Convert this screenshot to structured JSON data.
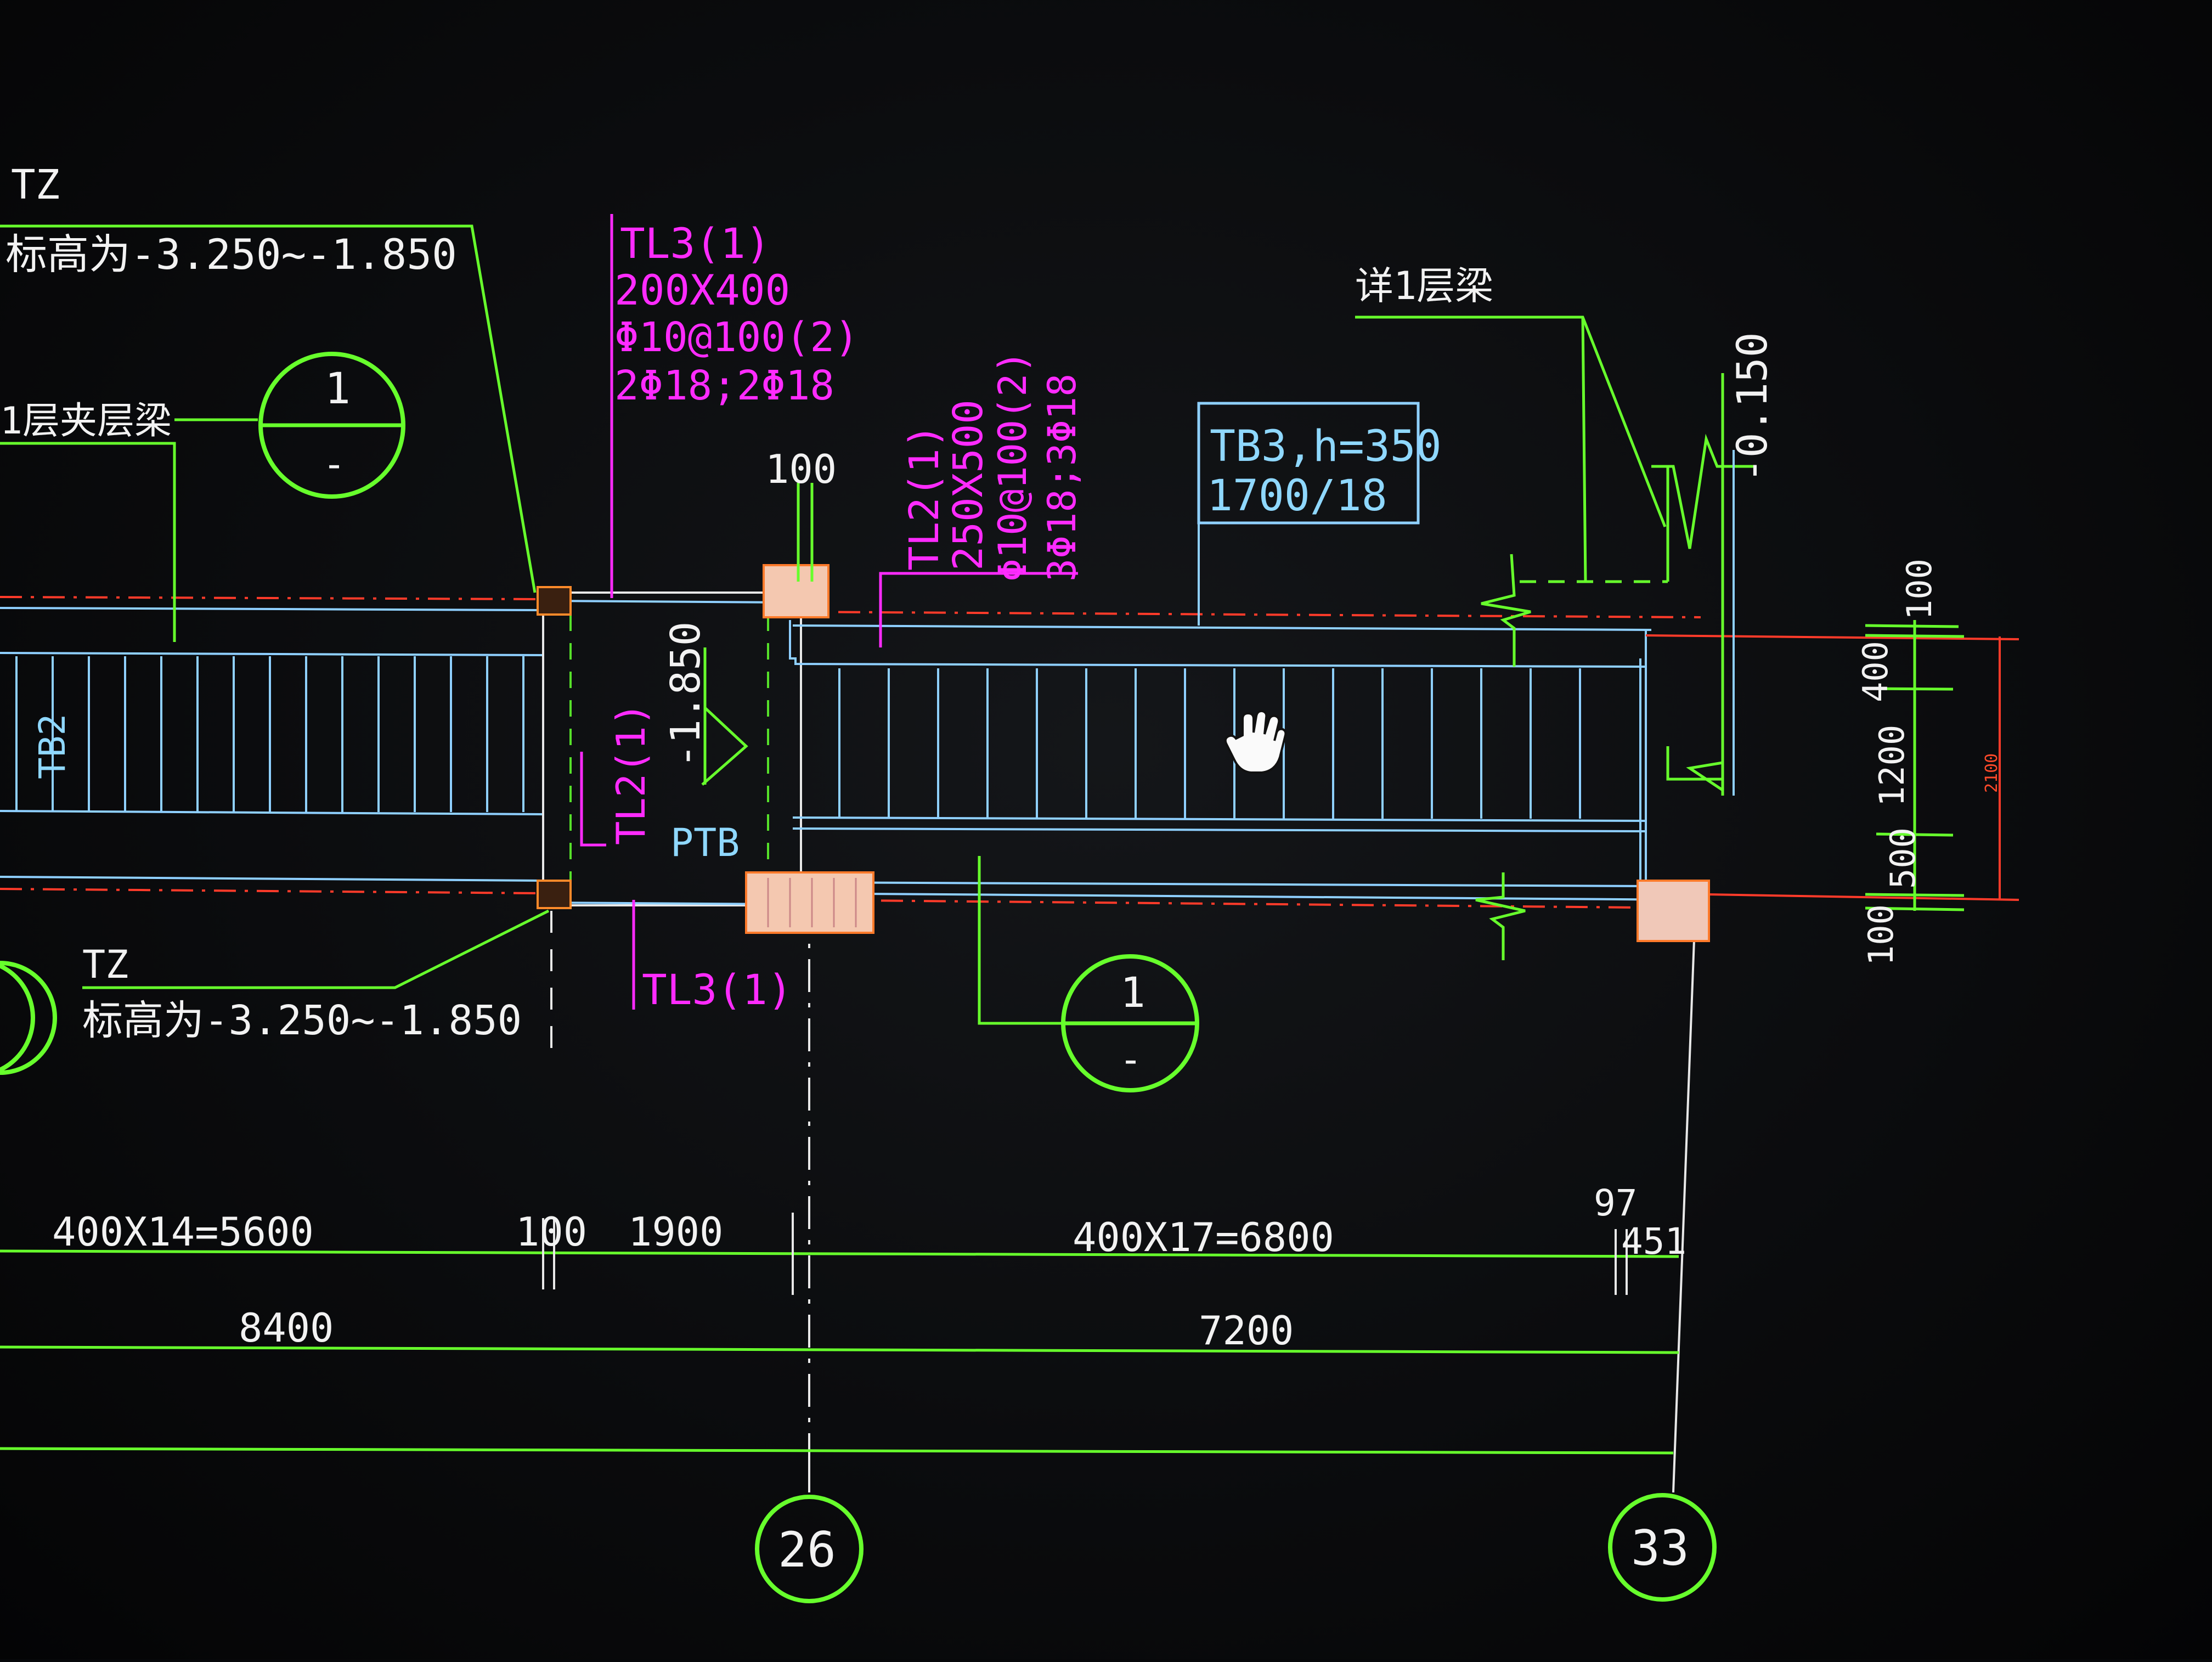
{
  "labels": {
    "tz_top": "TZ",
    "elev_top": "标高为-3.250~-1.850",
    "beam_left": "1层夹层梁",
    "section_left_num": "1",
    "section_left_den": "-",
    "tl3_top_name": "TL3(1)",
    "tl3_top_size": "200X400",
    "tl3_top_stirrup": "Φ10@100(2)",
    "tl3_top_bars": "2Φ18;2Φ18",
    "dim_100_top": "100",
    "tl2_top_name": "TL2(1)",
    "tl2_top_size": "250X500",
    "tl2_top_stirrup": "Φ10@100(2)",
    "tl2_top_bars": "3Φ18;3Φ18",
    "tb3_line1": "TB3,h=350",
    "tb3_line2": "1700/18",
    "beam_right": "详1层梁",
    "elev_right": "-0.150",
    "tb2": "TB2",
    "landing_elev": "-1.850",
    "tl2_vertical": "TL2(1)",
    "ptb": "PTB",
    "tl3_bottom": "TL3(1)",
    "tz_bottom": "TZ",
    "elev_bottom": "标高为-3.250~-1.850",
    "section_mid_num": "1",
    "section_mid_den": "-",
    "rdim_100a": "100",
    "rdim_400": "400",
    "rdim_1200": "1200",
    "rdim_500": "500",
    "rdim_100b": "100",
    "rdim_2100": "2100",
    "dim_5600": "400X14=5600",
    "dim_100": "100",
    "dim_1900": "1900",
    "dim_6800": "400X17=6800",
    "dim_97": "97",
    "dim_451": "451",
    "dim_8400": "8400",
    "dim_7200": "7200",
    "axis_26": "26",
    "axis_33": "33"
  },
  "colors": {
    "background": "#07080a",
    "leader_green": "#67ff2c",
    "beam_magenta": "#ff2bff",
    "outline_cyan": "#8fd0ff",
    "axis_red": "#ff3b2a",
    "text_white": "#f2f2f2"
  },
  "icons": {
    "cursor": "hand-pan-cursor-icon"
  }
}
